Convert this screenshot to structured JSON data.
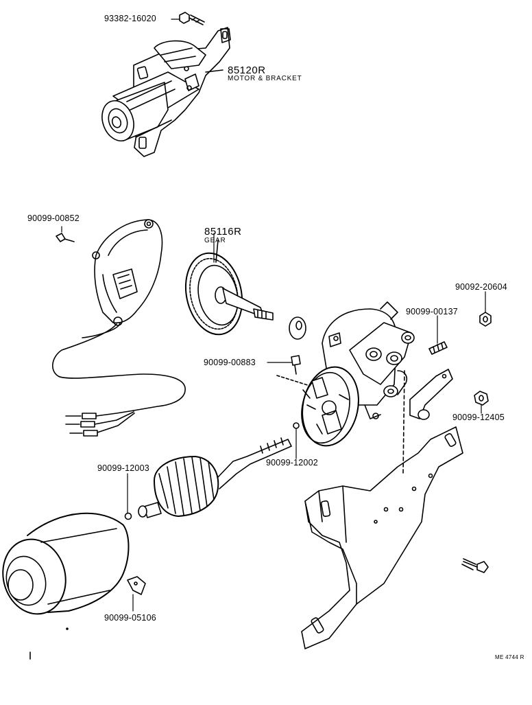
{
  "parts": {
    "bolt_top": "93382-16020",
    "motor_number": "85120R",
    "motor_name": "MOTOR & BRACKET",
    "screw_cover": "90099-00852",
    "gear_number": "85116R",
    "gear_name": "GEAR",
    "nut_right": "90092-20604",
    "spring_pin": "90099-00137",
    "screw_brush": "90099-00883",
    "nut_bracket": "90099-12405",
    "ball_left": "90099-12003",
    "ball_right": "90099-12002",
    "clip_bottom": "90099-05106"
  },
  "figure_code": "ME 4744 R"
}
